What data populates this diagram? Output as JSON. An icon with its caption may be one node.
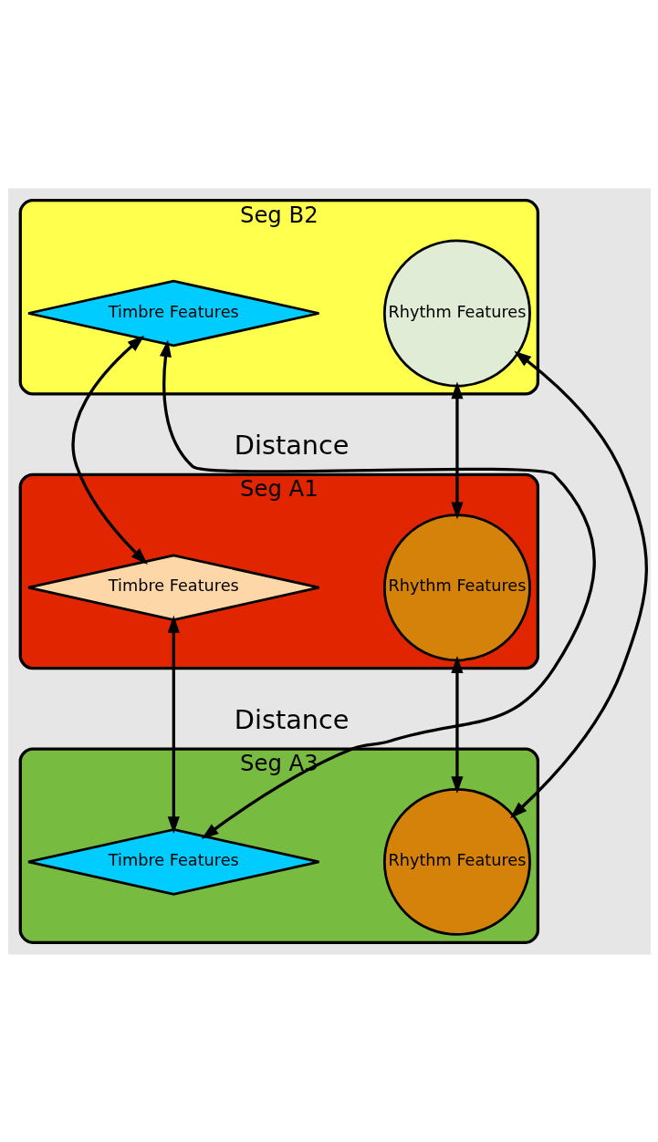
{
  "diagram": {
    "nodes": [
      {
        "text": [
          "Seg B2"
        ]
      },
      {
        "text": [
          "Timbre Features"
        ],
        "in": 0
      },
      {
        "text": [
          "Rhythm Features"
        ],
        "in": 0
      },
      {
        "text": [
          "Seg A1"
        ]
      },
      {
        "text": [
          "Timbre Features"
        ],
        "in": 3
      },
      {
        "text": [
          "Rhythm Features"
        ],
        "in": 3
      },
      {
        "text": [
          "Seg A3"
        ]
      },
      {
        "text": [
          "Timbre Features"
        ],
        "in": 6
      },
      {
        "text": [
          "Rhythm Features"
        ],
        "in": 6
      }
    ],
    "edges": [
      {
        "from": 1,
        "to": 4,
        "arrow": "both"
      },
      {
        "from": 1,
        "to": 7,
        "arrow": "both"
      },
      {
        "from": 4,
        "to": 7,
        "arrow": "both"
      },
      {
        "from": 2,
        "to": 5,
        "arrow": "both"
      },
      {
        "from": 2,
        "to": 8,
        "arrow": "both"
      },
      {
        "from": 5,
        "to": 8,
        "arrow": "both"
      }
    ],
    "labels": [
      "Distance",
      "Distance"
    ]
  }
}
